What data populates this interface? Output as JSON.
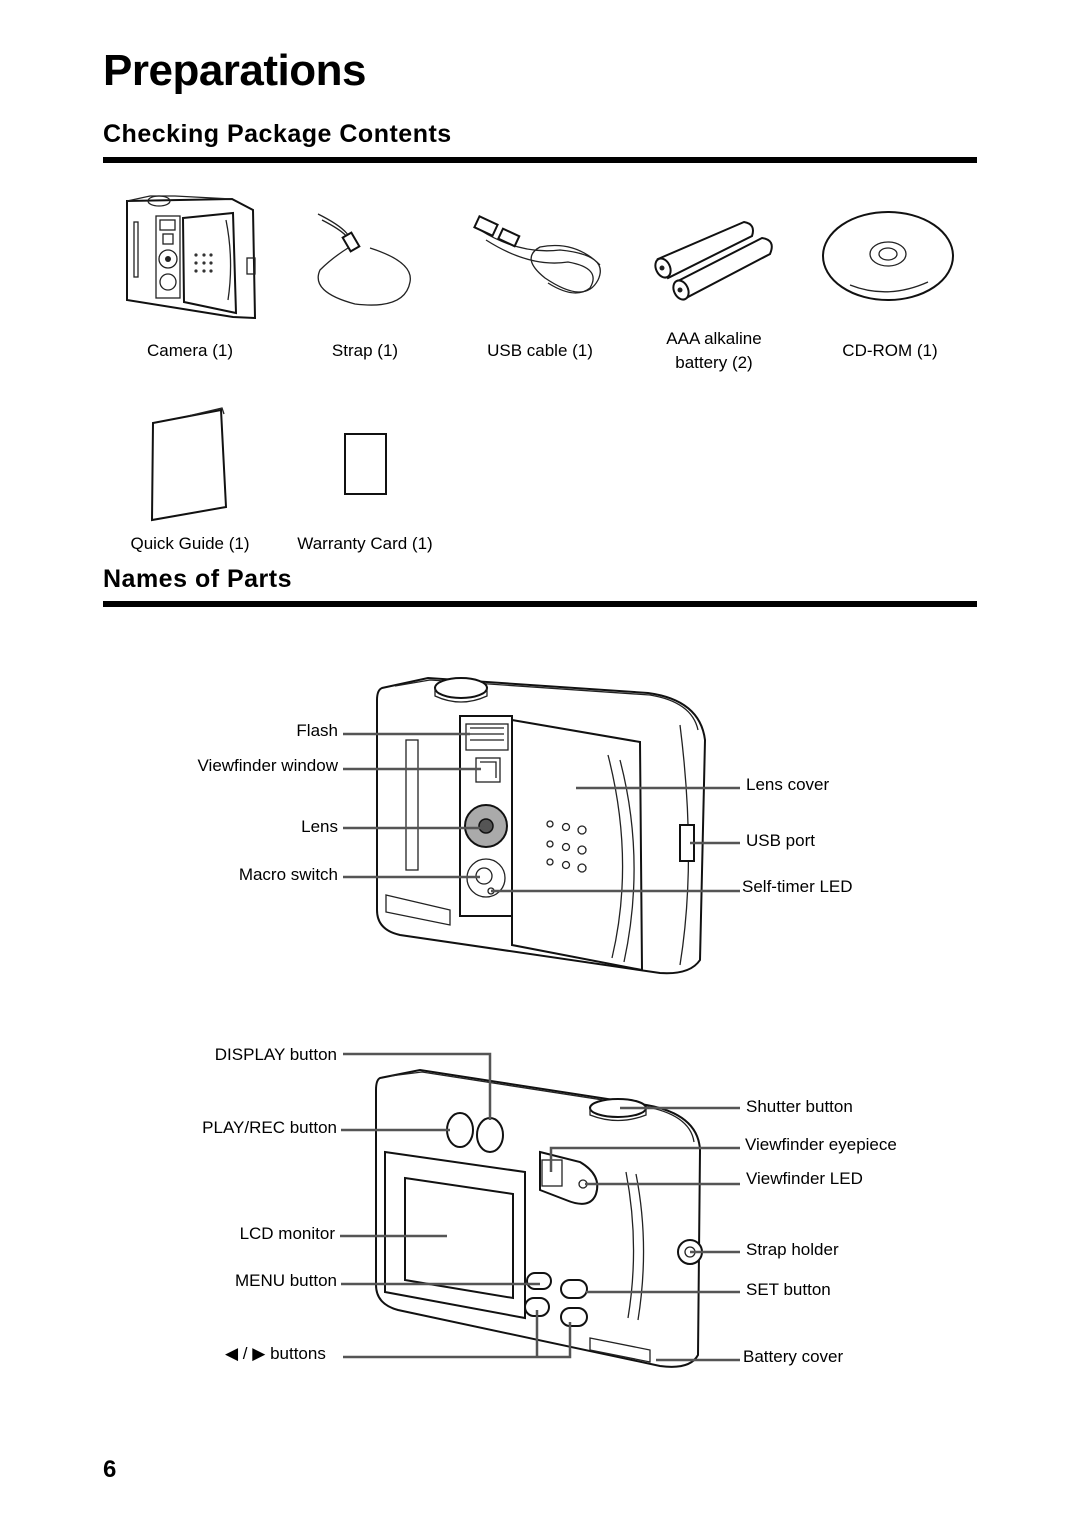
{
  "page": {
    "title": "Preparations",
    "page_number": "6"
  },
  "package": {
    "heading": "Checking Package Contents",
    "items": [
      {
        "caption": "Camera (1)",
        "icon": "camera-icon"
      },
      {
        "caption": "Strap (1)",
        "icon": "strap-icon"
      },
      {
        "caption": "USB cable (1)",
        "icon": "usb-cable-icon"
      },
      {
        "caption_line1": "AAA alkaline",
        "caption_line2": "battery (2)",
        "icon": "battery-icon"
      },
      {
        "caption": "CD-ROM (1)",
        "icon": "cd-rom-icon"
      },
      {
        "caption": "Quick Guide (1)",
        "icon": "booklet-icon"
      },
      {
        "caption": "Warranty Card (1)",
        "icon": "card-icon"
      }
    ]
  },
  "parts": {
    "heading": "Names of Parts",
    "front": {
      "left": [
        "Flash",
        "Viewfinder window",
        "Lens",
        "Macro switch"
      ],
      "right": [
        "Lens cover",
        "USB port",
        "Self-timer LED"
      ]
    },
    "back": {
      "left": [
        "DISPLAY button",
        "PLAY/REC button",
        "LCD monitor",
        "MENU button"
      ],
      "arrows": "◀ / ▶",
      "arrows_label": "buttons",
      "right": [
        "Shutter button",
        "Viewfinder eyepiece",
        "Viewfinder LED",
        "Strap holder",
        "SET button",
        "Battery cover"
      ]
    }
  }
}
